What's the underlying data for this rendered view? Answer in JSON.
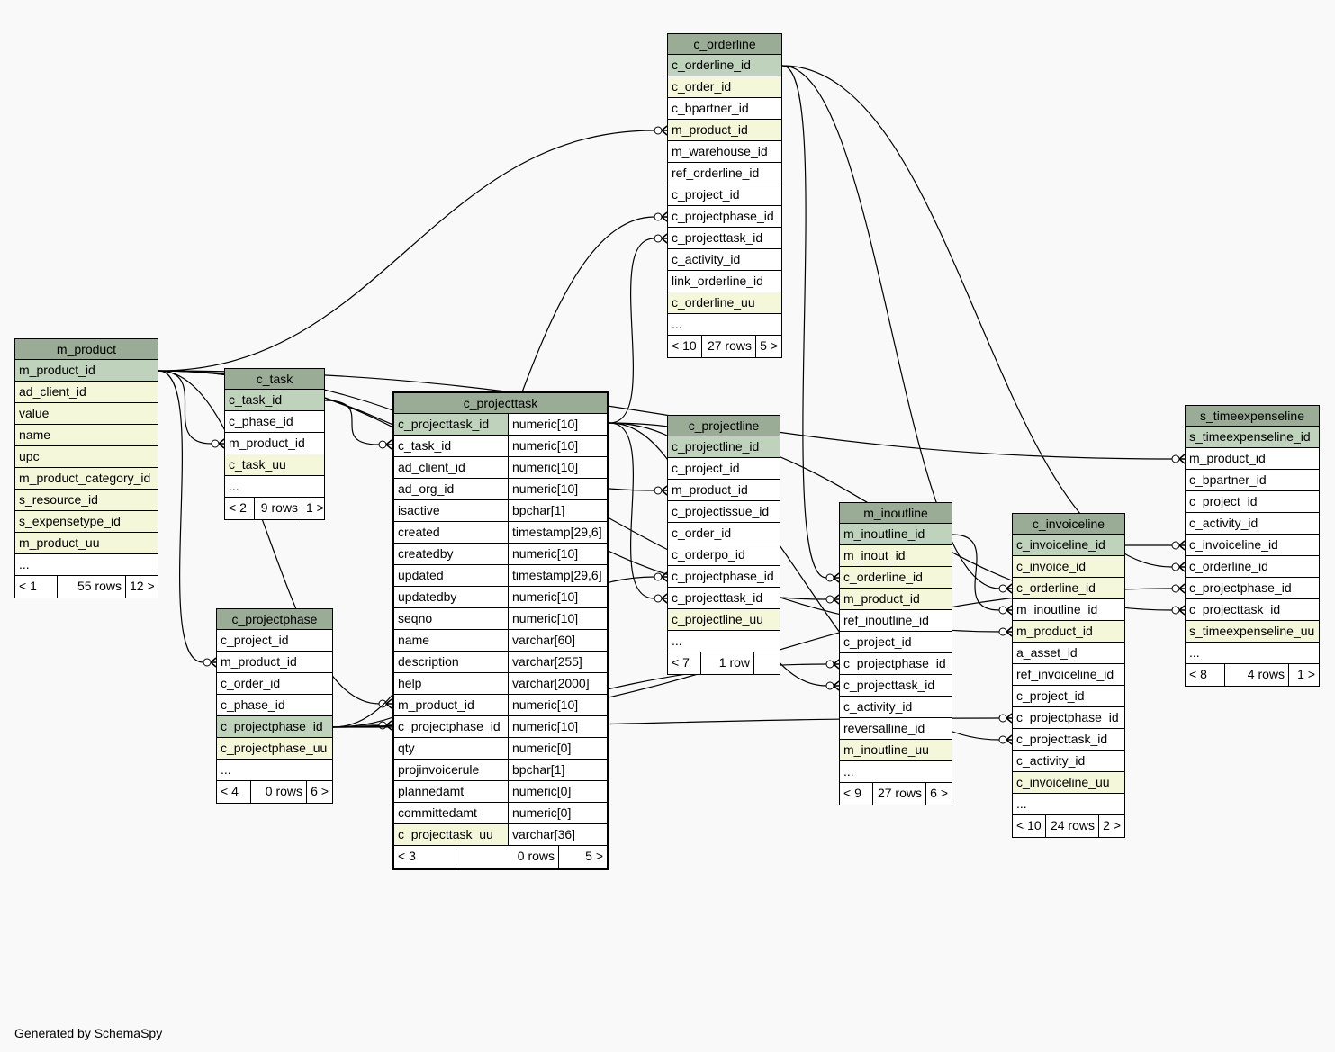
{
  "footer": "Generated by SchemaSpy",
  "tables": {
    "m_product": {
      "title": "m_product",
      "rows": [
        {
          "name": "m_product_id",
          "kind": "pk"
        },
        {
          "name": "ad_client_id",
          "kind": "idx"
        },
        {
          "name": "value",
          "kind": "idx"
        },
        {
          "name": "name",
          "kind": "idx"
        },
        {
          "name": "upc",
          "kind": "idx"
        },
        {
          "name": "m_product_category_id",
          "kind": "idx"
        },
        {
          "name": "s_resource_id",
          "kind": "idx"
        },
        {
          "name": "s_expensetype_id",
          "kind": "idx"
        },
        {
          "name": "m_product_uu",
          "kind": "idx"
        },
        {
          "name": "...",
          "kind": ""
        }
      ],
      "footer": [
        "< 1",
        "55 rows",
        "12 >"
      ]
    },
    "c_task": {
      "title": "c_task",
      "rows": [
        {
          "name": "c_task_id",
          "kind": "pk"
        },
        {
          "name": "c_phase_id",
          "kind": ""
        },
        {
          "name": "m_product_id",
          "kind": ""
        },
        {
          "name": "c_task_uu",
          "kind": "idx"
        },
        {
          "name": "...",
          "kind": ""
        }
      ],
      "footer": [
        "< 2",
        "9 rows",
        "1 >"
      ]
    },
    "c_projectphase": {
      "title": "c_projectphase",
      "rows": [
        {
          "name": "c_project_id",
          "kind": ""
        },
        {
          "name": "m_product_id",
          "kind": ""
        },
        {
          "name": "c_order_id",
          "kind": ""
        },
        {
          "name": "c_phase_id",
          "kind": ""
        },
        {
          "name": "c_projectphase_id",
          "kind": "pk"
        },
        {
          "name": "c_projectphase_uu",
          "kind": "idx"
        },
        {
          "name": "...",
          "kind": ""
        }
      ],
      "footer": [
        "< 4",
        "0 rows",
        "6 >"
      ]
    },
    "c_projecttask": {
      "title": "c_projecttask",
      "rows": [
        {
          "name": "c_projecttask_id",
          "type": "numeric[10]",
          "kind": "pk"
        },
        {
          "name": "c_task_id",
          "type": "numeric[10]",
          "kind": ""
        },
        {
          "name": "ad_client_id",
          "type": "numeric[10]",
          "kind": ""
        },
        {
          "name": "ad_org_id",
          "type": "numeric[10]",
          "kind": ""
        },
        {
          "name": "isactive",
          "type": "bpchar[1]",
          "kind": ""
        },
        {
          "name": "created",
          "type": "timestamp[29,6]",
          "kind": ""
        },
        {
          "name": "createdby",
          "type": "numeric[10]",
          "kind": ""
        },
        {
          "name": "updated",
          "type": "timestamp[29,6]",
          "kind": ""
        },
        {
          "name": "updatedby",
          "type": "numeric[10]",
          "kind": ""
        },
        {
          "name": "seqno",
          "type": "numeric[10]",
          "kind": ""
        },
        {
          "name": "name",
          "type": "varchar[60]",
          "kind": ""
        },
        {
          "name": "description",
          "type": "varchar[255]",
          "kind": ""
        },
        {
          "name": "help",
          "type": "varchar[2000]",
          "kind": ""
        },
        {
          "name": "m_product_id",
          "type": "numeric[10]",
          "kind": ""
        },
        {
          "name": "c_projectphase_id",
          "type": "numeric[10]",
          "kind": ""
        },
        {
          "name": "qty",
          "type": "numeric[0]",
          "kind": ""
        },
        {
          "name": "projinvoicerule",
          "type": "bpchar[1]",
          "kind": ""
        },
        {
          "name": "plannedamt",
          "type": "numeric[0]",
          "kind": ""
        },
        {
          "name": "committedamt",
          "type": "numeric[0]",
          "kind": ""
        },
        {
          "name": "c_projecttask_uu",
          "type": "varchar[36]",
          "kind": "idx"
        }
      ],
      "footer": [
        "< 3",
        "0 rows",
        "5 >"
      ]
    },
    "c_orderline": {
      "title": "c_orderline",
      "rows": [
        {
          "name": "c_orderline_id",
          "kind": "pk"
        },
        {
          "name": "c_order_id",
          "kind": "idx"
        },
        {
          "name": "c_bpartner_id",
          "kind": ""
        },
        {
          "name": "m_product_id",
          "kind": "idx"
        },
        {
          "name": "m_warehouse_id",
          "kind": ""
        },
        {
          "name": "ref_orderline_id",
          "kind": ""
        },
        {
          "name": "c_project_id",
          "kind": ""
        },
        {
          "name": "c_projectphase_id",
          "kind": ""
        },
        {
          "name": "c_projecttask_id",
          "kind": ""
        },
        {
          "name": "c_activity_id",
          "kind": ""
        },
        {
          "name": "link_orderline_id",
          "kind": ""
        },
        {
          "name": "c_orderline_uu",
          "kind": "idx"
        },
        {
          "name": "...",
          "kind": ""
        }
      ],
      "footer": [
        "< 10",
        "27 rows",
        "5 >"
      ]
    },
    "c_projectline": {
      "title": "c_projectline",
      "rows": [
        {
          "name": "c_projectline_id",
          "kind": "pk"
        },
        {
          "name": "c_project_id",
          "kind": ""
        },
        {
          "name": "m_product_id",
          "kind": ""
        },
        {
          "name": "c_projectissue_id",
          "kind": ""
        },
        {
          "name": "c_order_id",
          "kind": ""
        },
        {
          "name": "c_orderpo_id",
          "kind": ""
        },
        {
          "name": "c_projectphase_id",
          "kind": ""
        },
        {
          "name": "c_projecttask_id",
          "kind": ""
        },
        {
          "name": "c_projectline_uu",
          "kind": "idx"
        },
        {
          "name": "...",
          "kind": ""
        }
      ],
      "footer": [
        "< 7",
        "1 row",
        ""
      ]
    },
    "m_inoutline": {
      "title": "m_inoutline",
      "rows": [
        {
          "name": "m_inoutline_id",
          "kind": "pk"
        },
        {
          "name": "m_inout_id",
          "kind": "idx"
        },
        {
          "name": "c_orderline_id",
          "kind": "idx"
        },
        {
          "name": "m_product_id",
          "kind": "idx"
        },
        {
          "name": "ref_inoutline_id",
          "kind": ""
        },
        {
          "name": "c_project_id",
          "kind": ""
        },
        {
          "name": "c_projectphase_id",
          "kind": ""
        },
        {
          "name": "c_projecttask_id",
          "kind": ""
        },
        {
          "name": "c_activity_id",
          "kind": ""
        },
        {
          "name": "reversalline_id",
          "kind": ""
        },
        {
          "name": "m_inoutline_uu",
          "kind": "idx"
        },
        {
          "name": "...",
          "kind": ""
        }
      ],
      "footer": [
        "< 9",
        "27 rows",
        "6 >"
      ]
    },
    "c_invoiceline": {
      "title": "c_invoiceline",
      "rows": [
        {
          "name": "c_invoiceline_id",
          "kind": "pk"
        },
        {
          "name": "c_invoice_id",
          "kind": "idx"
        },
        {
          "name": "c_orderline_id",
          "kind": "idx"
        },
        {
          "name": "m_inoutline_id",
          "kind": ""
        },
        {
          "name": "m_product_id",
          "kind": "idx"
        },
        {
          "name": "a_asset_id",
          "kind": ""
        },
        {
          "name": "ref_invoiceline_id",
          "kind": ""
        },
        {
          "name": "c_project_id",
          "kind": ""
        },
        {
          "name": "c_projectphase_id",
          "kind": ""
        },
        {
          "name": "c_projecttask_id",
          "kind": ""
        },
        {
          "name": "c_activity_id",
          "kind": ""
        },
        {
          "name": "c_invoiceline_uu",
          "kind": "idx"
        },
        {
          "name": "...",
          "kind": ""
        }
      ],
      "footer": [
        "< 10",
        "24 rows",
        "2 >"
      ]
    },
    "s_timeexpenseline": {
      "title": "s_timeexpenseline",
      "rows": [
        {
          "name": "s_timeexpenseline_id",
          "kind": "pk"
        },
        {
          "name": "m_product_id",
          "kind": ""
        },
        {
          "name": "c_bpartner_id",
          "kind": ""
        },
        {
          "name": "c_project_id",
          "kind": ""
        },
        {
          "name": "c_activity_id",
          "kind": ""
        },
        {
          "name": "c_invoiceline_id",
          "kind": ""
        },
        {
          "name": "c_orderline_id",
          "kind": ""
        },
        {
          "name": "c_projectphase_id",
          "kind": ""
        },
        {
          "name": "c_projecttask_id",
          "kind": ""
        },
        {
          "name": "s_timeexpenseline_uu",
          "kind": "idx"
        },
        {
          "name": "...",
          "kind": ""
        }
      ],
      "footer": [
        "< 8",
        "4 rows",
        "1 >"
      ]
    }
  },
  "relationships": [
    {
      "from": "m_product.m_product_id",
      "to": "c_task.m_product_id"
    },
    {
      "from": "m_product.m_product_id",
      "to": "c_projectphase.m_product_id"
    },
    {
      "from": "m_product.m_product_id",
      "to": "c_projecttask.m_product_id"
    },
    {
      "from": "m_product.m_product_id",
      "to": "c_orderline.m_product_id"
    },
    {
      "from": "m_product.m_product_id",
      "to": "c_projectline.m_product_id"
    },
    {
      "from": "m_product.m_product_id",
      "to": "m_inoutline.m_product_id"
    },
    {
      "from": "m_product.m_product_id",
      "to": "c_invoiceline.m_product_id"
    },
    {
      "from": "m_product.m_product_id",
      "to": "s_timeexpenseline.m_product_id"
    },
    {
      "from": "c_task.c_task_id",
      "to": "c_projecttask.c_task_id"
    },
    {
      "from": "c_projectphase.c_projectphase_id",
      "to": "c_projecttask.c_projectphase_id"
    },
    {
      "from": "c_projectphase.c_projectphase_id",
      "to": "c_orderline.c_projectphase_id"
    },
    {
      "from": "c_projectphase.c_projectphase_id",
      "to": "c_projectline.c_projectphase_id"
    },
    {
      "from": "c_projectphase.c_projectphase_id",
      "to": "m_inoutline.c_projectphase_id"
    },
    {
      "from": "c_projectphase.c_projectphase_id",
      "to": "c_invoiceline.c_projectphase_id"
    },
    {
      "from": "c_projectphase.c_projectphase_id",
      "to": "s_timeexpenseline.c_projectphase_id"
    },
    {
      "from": "c_projecttask.c_projecttask_id",
      "to": "c_orderline.c_projecttask_id"
    },
    {
      "from": "c_projecttask.c_projecttask_id",
      "to": "c_projectline.c_projecttask_id"
    },
    {
      "from": "c_projecttask.c_projecttask_id",
      "to": "m_inoutline.c_projecttask_id"
    },
    {
      "from": "c_projecttask.c_projecttask_id",
      "to": "c_invoiceline.c_projecttask_id"
    },
    {
      "from": "c_projecttask.c_projecttask_id",
      "to": "s_timeexpenseline.c_projecttask_id"
    },
    {
      "from": "c_orderline.c_orderline_id",
      "to": "m_inoutline.c_orderline_id"
    },
    {
      "from": "c_orderline.c_orderline_id",
      "to": "c_invoiceline.c_orderline_id"
    },
    {
      "from": "c_orderline.c_orderline_id",
      "to": "s_timeexpenseline.c_orderline_id"
    },
    {
      "from": "m_inoutline.m_inoutline_id",
      "to": "c_invoiceline.m_inoutline_id"
    },
    {
      "from": "c_invoiceline.c_invoiceline_id",
      "to": "s_timeexpenseline.c_invoiceline_id"
    }
  ]
}
